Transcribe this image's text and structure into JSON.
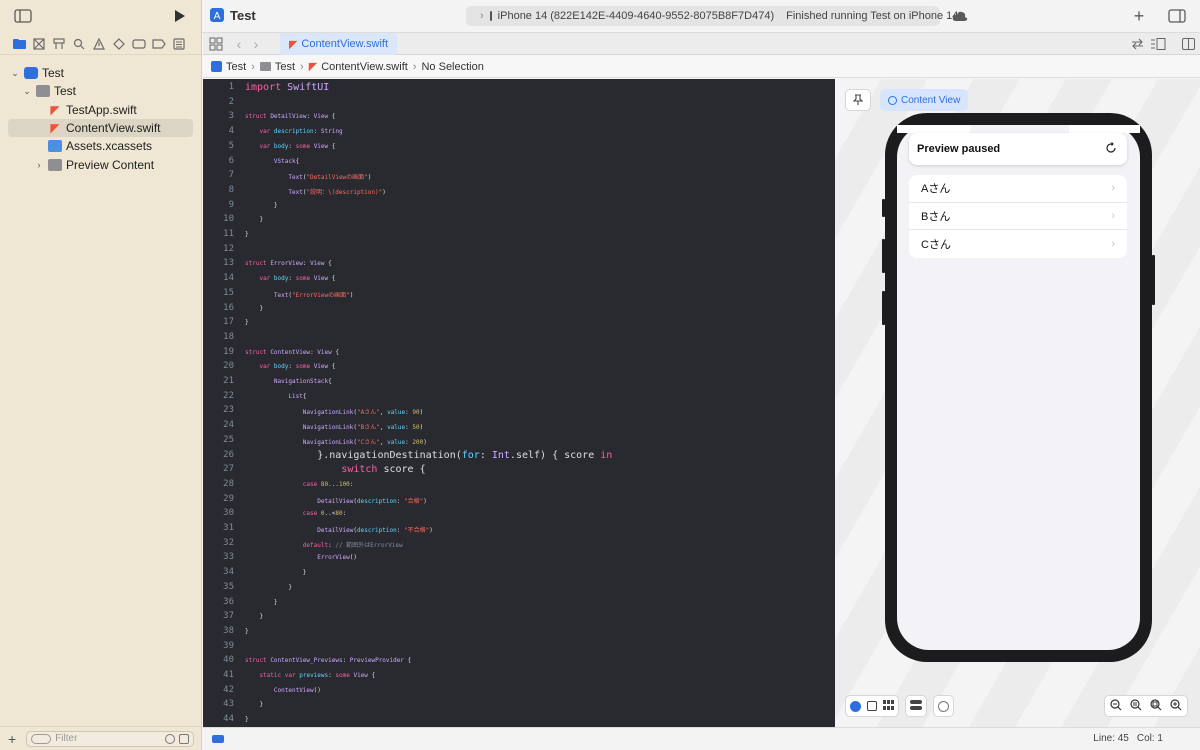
{
  "toolbar": {
    "scheme": "Test",
    "device": "iPhone 14 (822E142E-4409-4640-9552-8075B8F7D474)",
    "status": "Finished running Test on iPhone 14"
  },
  "navigator": {
    "items": [
      {
        "label": "Test",
        "icon": "project-icon",
        "indent": 0,
        "expanded": true
      },
      {
        "label": "Test",
        "icon": "folder-icon",
        "indent": 1,
        "expanded": true
      },
      {
        "label": "TestApp.swift",
        "icon": "swift-file-icon",
        "indent": 2
      },
      {
        "label": "ContentView.swift",
        "icon": "swift-file-icon",
        "indent": 2,
        "selected": true
      },
      {
        "label": "Assets.xcassets",
        "icon": "assets-icon",
        "indent": 2
      },
      {
        "label": "Preview Content",
        "icon": "folder-icon",
        "indent": 2,
        "expanded": false
      }
    ],
    "filter_placeholder": "Filter"
  },
  "tab": {
    "label": "ContentView.swift"
  },
  "jumpbar": {
    "crumbs": [
      "Test",
      "Test",
      "ContentView.swift",
      "No Selection"
    ]
  },
  "editor": {
    "lines": [
      "import SwiftUI",
      "",
      "struct DetailView: View {",
      "    var description: String",
      "    var body: some View {",
      "        VStack{",
      "            Text(\"DetailViewの画面\")",
      "            Text(\"説明：\\(description)\")",
      "        }",
      "    }",
      "}",
      "",
      "struct ErrorView: View {",
      "    var body: some View {",
      "        Text(\"ErrorViewの画面\")",
      "    }",
      "}",
      "",
      "struct ContentView: View {",
      "    var body: some View {",
      "        NavigationStack{",
      "            List{",
      "                NavigationLink(\"Aさん\", value: 90)",
      "                NavigationLink(\"Bさん\", value: 50)",
      "                NavigationLink(\"Cさん\", value: 200)",
      "            }.navigationDestination(for: Int.self) { score in",
      "                switch score {",
      "                case 80...100:",
      "                    DetailView(description: \"合格\")",
      "                case 0..<80:",
      "                    DetailView(description: \"不合格\")",
      "                default: // 範囲外はErrorView",
      "                    ErrorView()",
      "                }",
      "            }",
      "        }",
      "    }",
      "}",
      "",
      "struct ContentView_Previews: PreviewProvider {",
      "    static var previews: some View {",
      "        ContentView()",
      "    }",
      "}"
    ]
  },
  "canvas": {
    "preview_chip": "Content View",
    "paused_title": "Preview paused",
    "list_rows": [
      "Aさん",
      "Bさん",
      "Cさん"
    ]
  },
  "statusbar": {
    "line": "Line: 45",
    "col": "Col: 1"
  },
  "colors": {
    "accent": "#2f6fdd",
    "editor_bg": "#292a30",
    "navigator_bg": "#efe6d3"
  }
}
